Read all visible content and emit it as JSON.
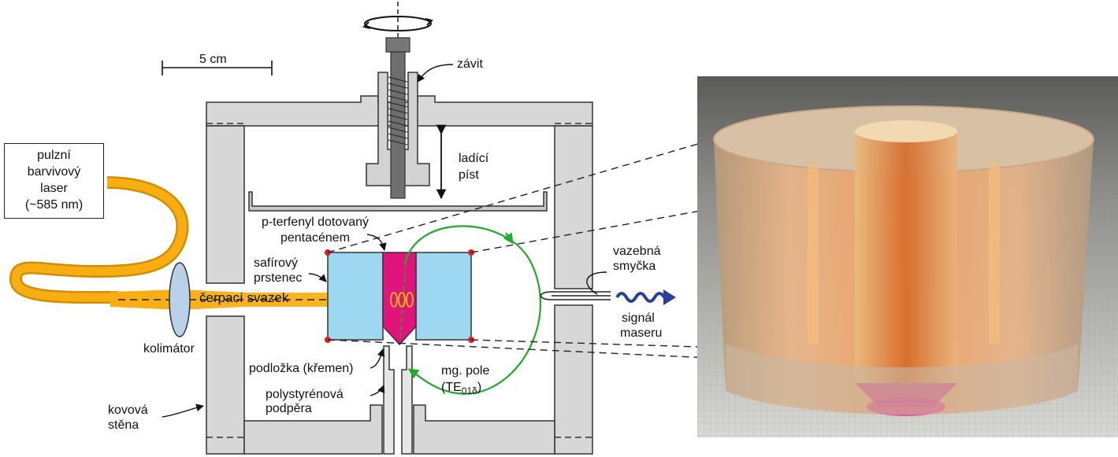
{
  "labels": {
    "scale": "5 cm",
    "thread": "závit",
    "tuning_piston": [
      "ladící",
      "píst"
    ],
    "laser": [
      "pulzní",
      "barvivový",
      "laser",
      "(~585 nm)"
    ],
    "crystal": [
      "p-terfenyl dotovaný",
      "pentacénem"
    ],
    "sapphire_ring": [
      "safírový",
      "prstenec"
    ],
    "pump_beam": "čerpací svazek",
    "coupling_loop": [
      "vazebná",
      "smyčka"
    ],
    "maser_signal": [
      "signál",
      "maseru"
    ],
    "collimator": "kolimátor",
    "substrate": "podložka (křemen)",
    "support": [
      "polystyrénová",
      "podpěra"
    ],
    "metal_wall": [
      "kovová",
      "stěna"
    ],
    "mag_field": "mg. pole",
    "mode": {
      "base": "(TE",
      "sub": "01δ",
      "close": ")"
    }
  },
  "colors": {
    "metal": "#d7d7d7",
    "metal_edge": "#333333",
    "sapphire": "#9dd8f0",
    "crystal": "#e0147c",
    "beam": "#f6ae12",
    "field_line": "#1eaa2a",
    "signal": "#2a3f9a",
    "marker": "#dd1f1f"
  }
}
